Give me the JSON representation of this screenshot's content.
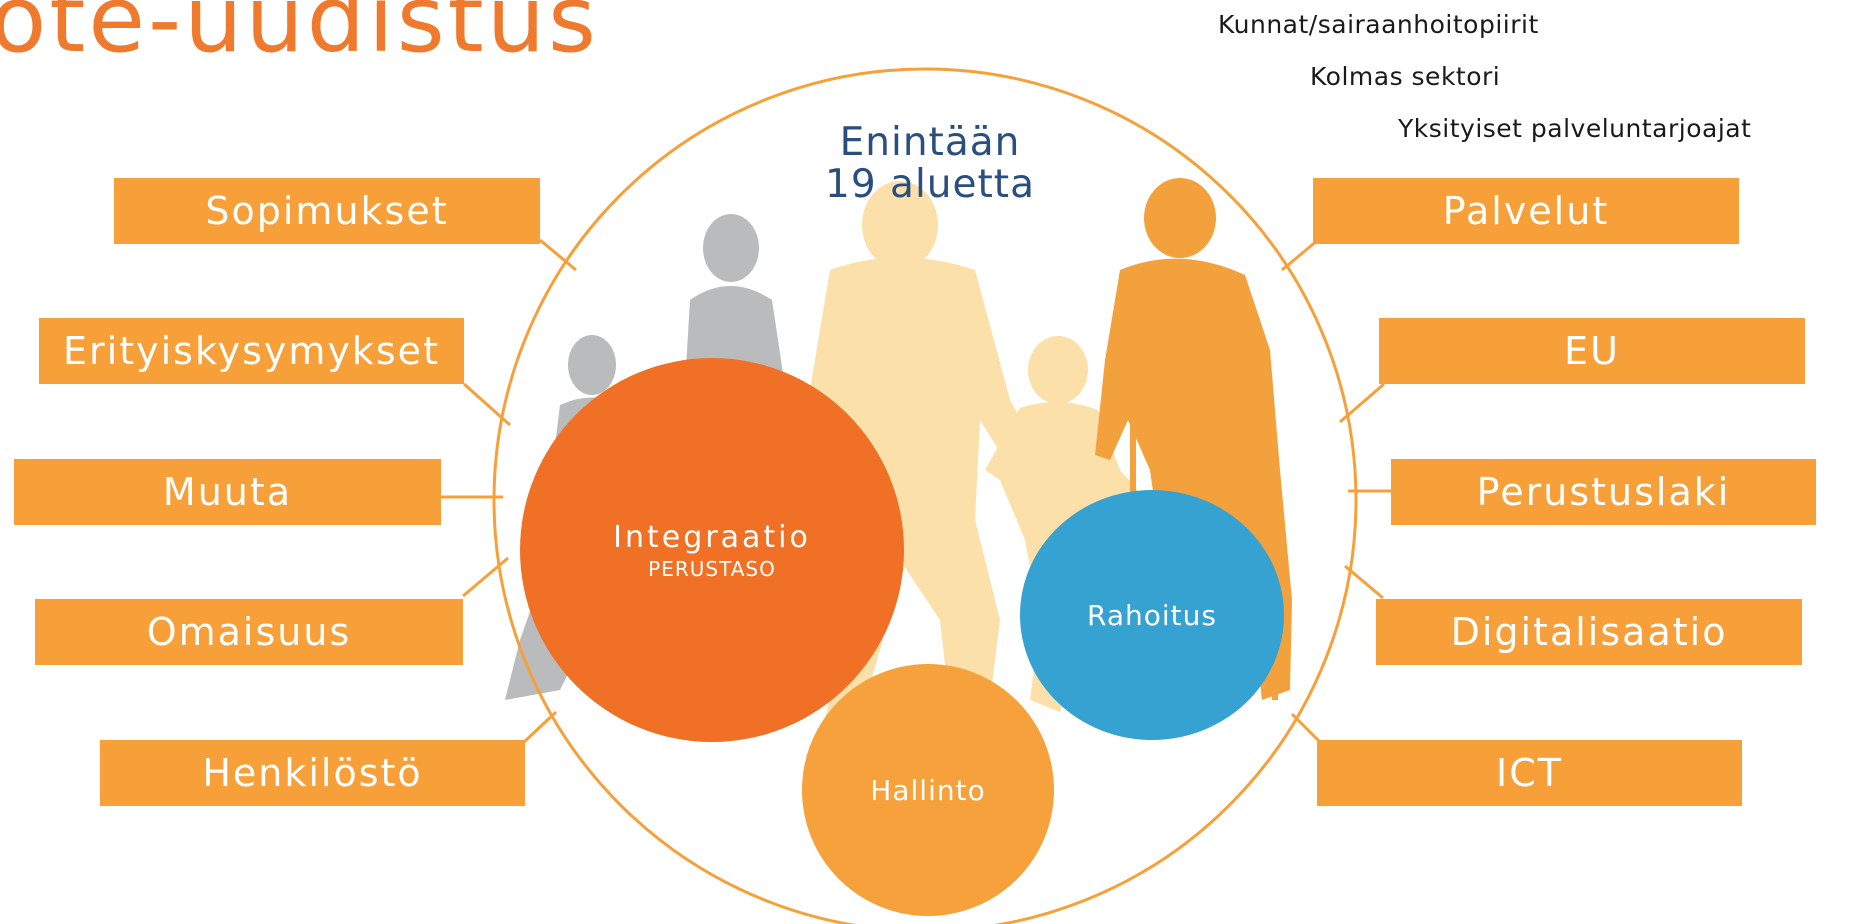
{
  "title": "ote-uudistus",
  "stakeholders": [
    "Kunnat/sairaanhoitopiirit",
    "Kolmas sektori",
    "Yksityiset palveluntarjoajat"
  ],
  "region": {
    "line1": "Enintään",
    "line2": "19 aluetta"
  },
  "left_boxes": [
    "Sopimukset",
    "Erityiskysymykset",
    "Muuta",
    "Omaisuus",
    "Henkilöstö"
  ],
  "right_boxes": [
    "Palvelut",
    "EU",
    "Perustuslaki",
    "Digitalisaatio",
    "ICT"
  ],
  "circles": {
    "integration": {
      "label": "Integraatio",
      "sublabel": "PERUSTASO"
    },
    "funding": {
      "label": "Rahoitus"
    },
    "administration": {
      "label": "Hallinto"
    }
  },
  "colors": {
    "accent_orange": "#ef7a2e",
    "box_orange": "#f7a03a",
    "circle_orange": "#f07126",
    "blue": "#35a2d1",
    "hallinto_orange": "#f6a13b",
    "navy_text": "#2a4f7e"
  }
}
